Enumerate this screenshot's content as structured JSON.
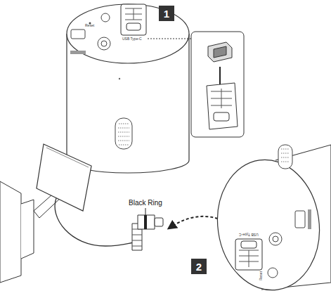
{
  "diagram": {
    "labels": [
      "1",
      "Reset",
      "USB Type-C",
      "Black Ring",
      "2",
      "USB Type-C",
      "Reset"
    ]
  }
}
